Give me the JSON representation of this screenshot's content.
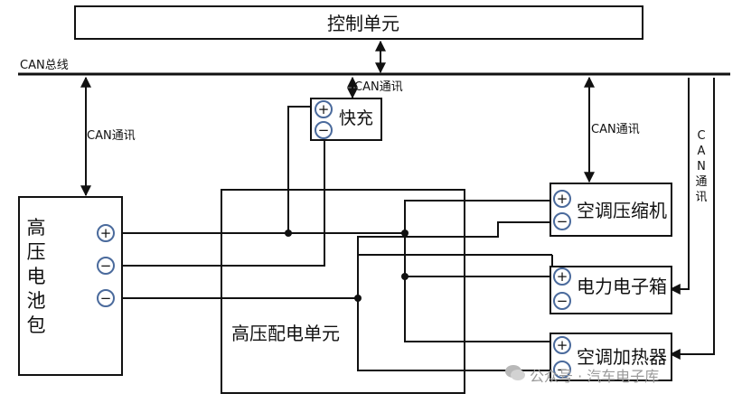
{
  "control_unit": "控制单元",
  "can_bus_label": "CAN总线",
  "can_comm": {
    "left": "CAN通讯",
    "center": "CAN通讯",
    "right": "CAN通讯",
    "vertical": "CAN通讯"
  },
  "fast_charge": "快充",
  "battery": "高压电池包",
  "pdu": "高压配电单元",
  "ac_compressor": "空调压缩机",
  "power_box": "电力电子箱",
  "ac_heater": "空调加热器",
  "terminal_plus": "+",
  "terminal_minus": "−",
  "watermark": "公众号 · 汽车电子库",
  "line_color": "#111111",
  "terminal_color": "#4a6a9c"
}
